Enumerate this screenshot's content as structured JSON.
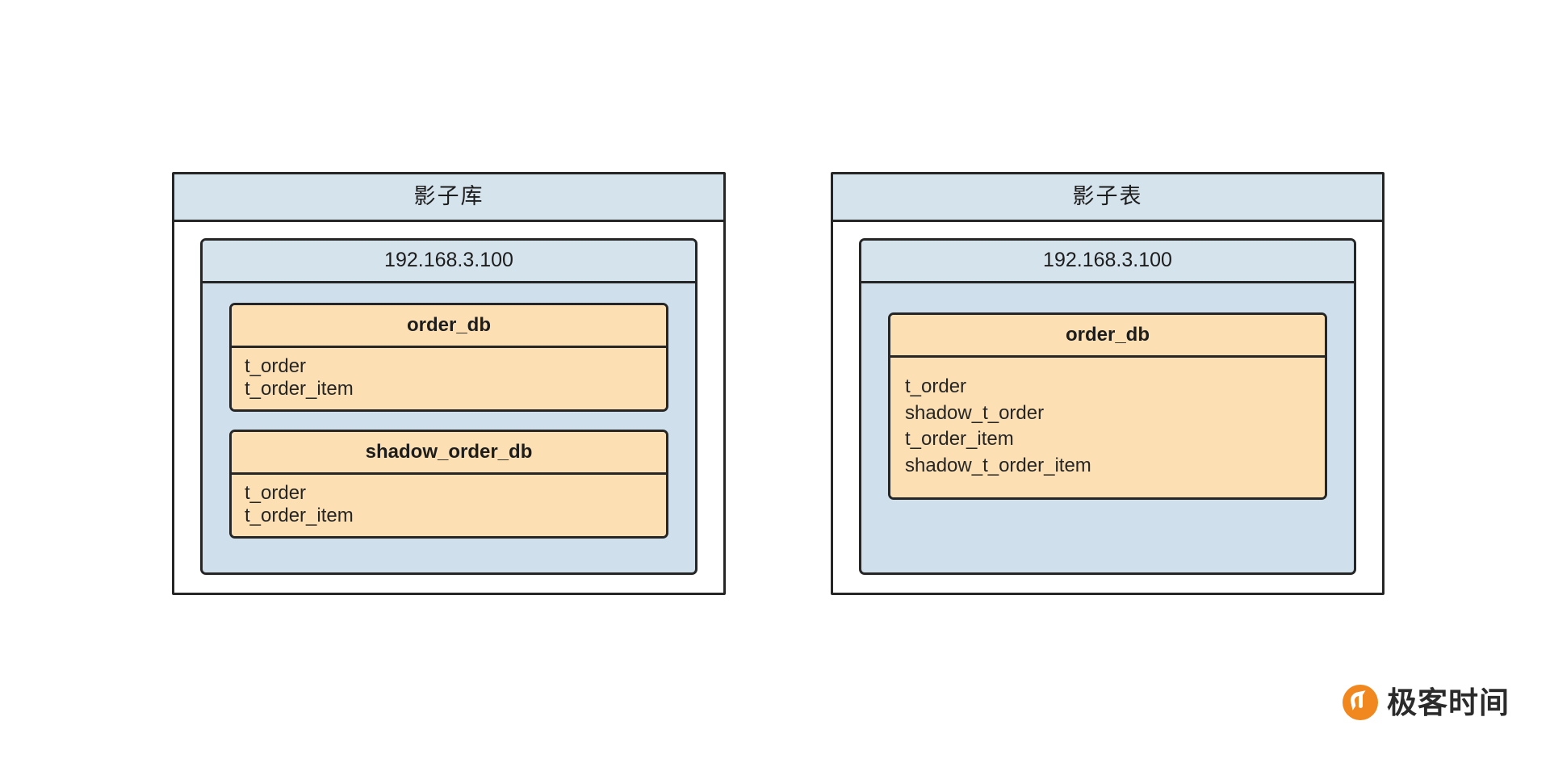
{
  "diagram": {
    "background_color": "#ffffff",
    "panel_header_color": "#d5e3ec",
    "host_fill_color": "#cfe0ec",
    "db_fill_color": "#fce0b4",
    "stroke_color": "#262626"
  },
  "panels": [
    {
      "title": "影子库",
      "host": {
        "ip": "192.168.3.100",
        "databases": [
          {
            "name": "order_db",
            "tables": [
              "t_order",
              "t_order_item"
            ]
          },
          {
            "name": "shadow_order_db",
            "tables": [
              "t_order",
              "t_order_item"
            ]
          }
        ]
      }
    },
    {
      "title": "影子表",
      "host": {
        "ip": "192.168.3.100",
        "databases": [
          {
            "name": "order_db",
            "tables": [
              "t_order",
              "shadow_t_order",
              "t_order_item",
              "shadow_t_order_item"
            ]
          }
        ]
      }
    }
  ],
  "brand": {
    "name": "极客时间",
    "mark_color": "#f0881f",
    "mark_icon": "geek-time-logo-icon"
  }
}
